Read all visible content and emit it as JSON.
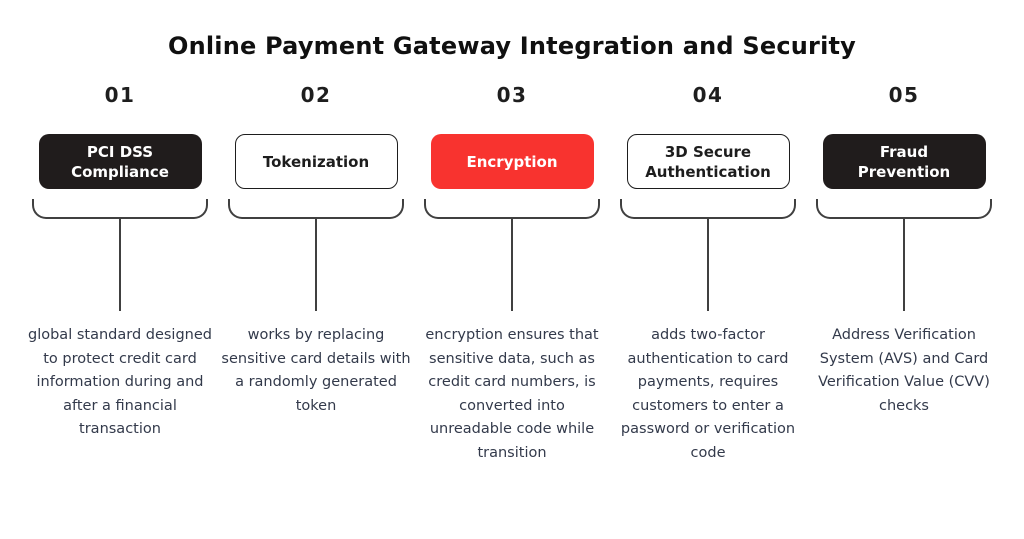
{
  "title": "Online Payment Gateway Integration and Security",
  "colors": {
    "accent_red": "#f8332f",
    "box_dark": "#201c1c",
    "outline_border": "#1d1d1d",
    "connector_stroke": "#404040",
    "description_text": "#333a4b",
    "background": "#ffffff"
  },
  "steps": [
    {
      "number": "01",
      "style": "dark",
      "label": "PCI DSS Compliance",
      "label_lines": [
        "PCI DSS",
        "Compliance"
      ],
      "description": "global standard designed to protect credit card information during and after a financial transaction"
    },
    {
      "number": "02",
      "style": "outline",
      "label": "Tokenization",
      "label_lines": [
        "Tokenization"
      ],
      "description": "works by replacing sensitive card details with a randomly generated token"
    },
    {
      "number": "03",
      "style": "red",
      "label": "Encryption",
      "label_lines": [
        "Encryption"
      ],
      "description": "encryption ensures that sensitive data, such as credit card numbers, is converted into unreadable code while transition"
    },
    {
      "number": "04",
      "style": "outline",
      "label": "3D Secure Authentication",
      "label_lines": [
        "3D Secure",
        "Authentication"
      ],
      "description": "adds two-factor authentication to card payments, requires customers to enter a password or verification code"
    },
    {
      "number": "05",
      "style": "dark",
      "label": "Fraud Prevention",
      "label_lines": [
        "Fraud",
        "Prevention"
      ],
      "description": "Address Verification System (AVS) and Card Verification Value (CVV) checks"
    }
  ]
}
